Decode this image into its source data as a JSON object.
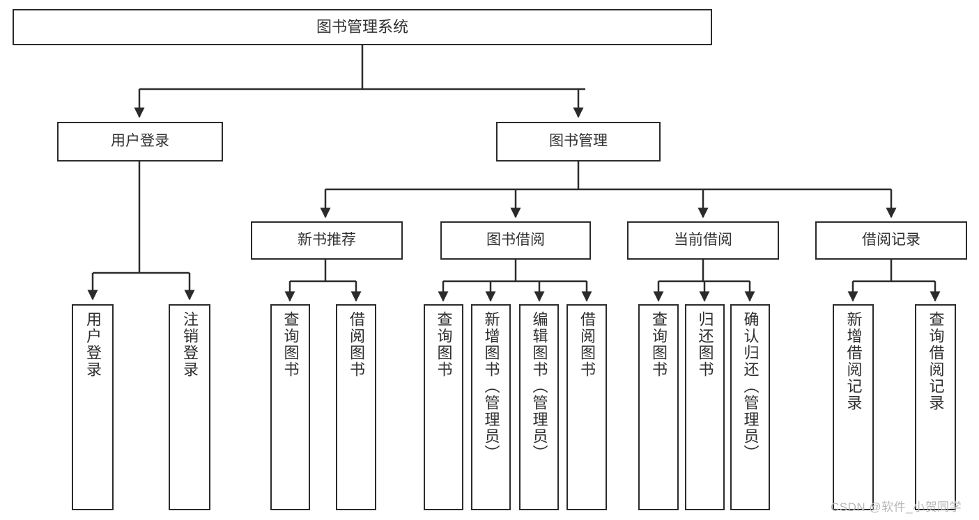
{
  "diagram": {
    "title": "图书管理系统",
    "type": "tree-hierarchy",
    "colors": {
      "stroke": "#2b2b2b",
      "fill": "#ffffff",
      "text": "#2f2f2f",
      "watermark": "#b8b8b8"
    },
    "root": {
      "label": "图书管理系统"
    },
    "level1": [
      {
        "label": "用户登录"
      },
      {
        "label": "图书管理"
      }
    ],
    "level2": [
      {
        "label": "新书推荐"
      },
      {
        "label": "图书借阅"
      },
      {
        "label": "当前借阅"
      },
      {
        "label": "借阅记录"
      }
    ],
    "leaves": {
      "user_login": [
        {
          "label": "用户登录"
        },
        {
          "label": "注销登录"
        }
      ],
      "new_book_recommend": [
        {
          "label": "查询图书"
        },
        {
          "label": "借阅图书"
        }
      ],
      "book_borrow": [
        {
          "label": "查询图书"
        },
        {
          "label": "新增图书（管理员）"
        },
        {
          "label": "编辑图书（管理员）"
        },
        {
          "label": "借阅图书"
        }
      ],
      "current_borrow": [
        {
          "label": "查询图书"
        },
        {
          "label": "归还图书"
        },
        {
          "label": "确认归还（管理员）"
        }
      ],
      "borrow_record": [
        {
          "label": "新增借阅记录"
        },
        {
          "label": "查询借阅记录"
        }
      ]
    },
    "watermark": "CSDN @软件_小贺同学"
  }
}
